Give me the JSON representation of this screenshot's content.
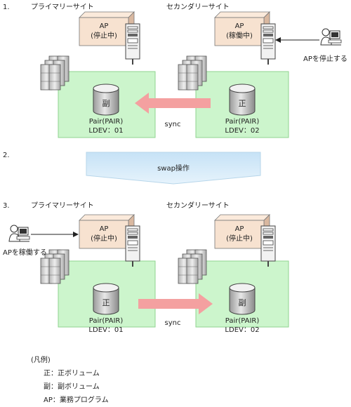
{
  "step1": {
    "number": "1.",
    "primary_site_label": "プライマリーサイト",
    "secondary_site_label": "セカンダリーサイト",
    "primary_ap": {
      "line1": "AP",
      "line2": "(停止中)"
    },
    "secondary_ap": {
      "line1": "AP",
      "line2": "(稼働中)"
    },
    "operator_action": "APを停止する",
    "primary_volume": {
      "kind": "副",
      "pair": "Pair(PAIR)",
      "ldev": "LDEV：01"
    },
    "secondary_volume": {
      "kind": "正",
      "pair": "Pair(PAIR)",
      "ldev": "LDEV：02"
    },
    "sync_label": "sync"
  },
  "step2": {
    "number": "2.",
    "operation_label": "swap操作"
  },
  "step3": {
    "number": "3.",
    "primary_site_label": "プライマリーサイト",
    "secondary_site_label": "セカンダリーサイト",
    "primary_ap": {
      "line1": "AP",
      "line2": "(停止中)"
    },
    "secondary_ap": {
      "line1": "AP",
      "line2": "(停止中)"
    },
    "operator_action": "APを稼働する",
    "primary_volume": {
      "kind": "正",
      "pair": "Pair(PAIR)",
      "ldev": "LDEV：01"
    },
    "secondary_volume": {
      "kind": "副",
      "pair": "Pair(PAIR)",
      "ldev": "LDEV：02"
    },
    "sync_label": "sync"
  },
  "legend": {
    "title": "(凡例)",
    "items": [
      "正：正ボリューム",
      "副：副ボリューム",
      "AP：業務プログラム"
    ]
  },
  "colors": {
    "site_fill": "#ccf5cc",
    "site_stroke": "#7ac97a",
    "ap_fill": "#f7e2d0",
    "ap_stroke": "#9a7a66",
    "arrow_fill": "#f4a0a0",
    "swap_fill": "#d4eaf8",
    "swap_stroke": "#9ec4dd",
    "server_fill": "#e6e6e6",
    "server_stroke": "#444444"
  }
}
